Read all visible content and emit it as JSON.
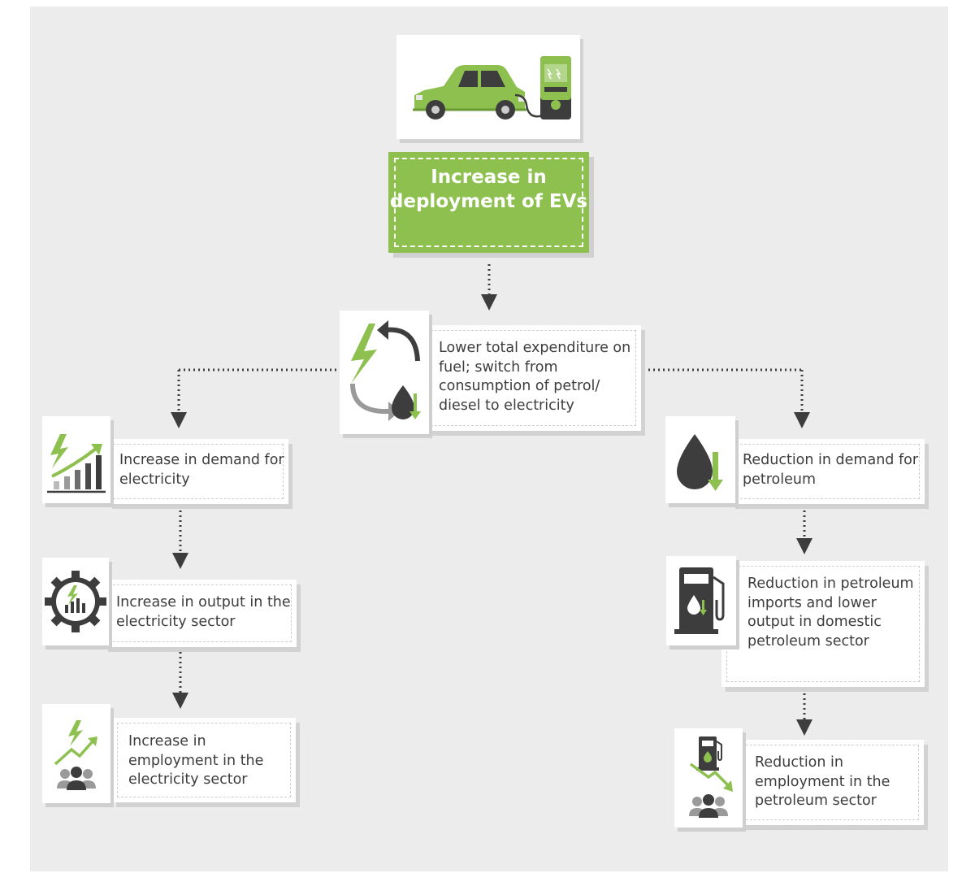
{
  "title": "Increase in deployment of EVs",
  "center_node": "Lower total expenditure on fuel; switch from consumption of petrol/ diesel to electricity",
  "left_branch": [
    "Increase in demand for electricity",
    "Increase in output in the electricity sector",
    "Increase in employment in the electricity sector"
  ],
  "right_branch": [
    "Reduction in demand for petroleum",
    "Reduction in petroleum imports and lower output in domestic petroleum sector",
    "Reduction in employment in the petroleum sector"
  ],
  "colors": {
    "green": "#8dc04f",
    "dark": "#3d3d3d",
    "background": "#ececec"
  }
}
